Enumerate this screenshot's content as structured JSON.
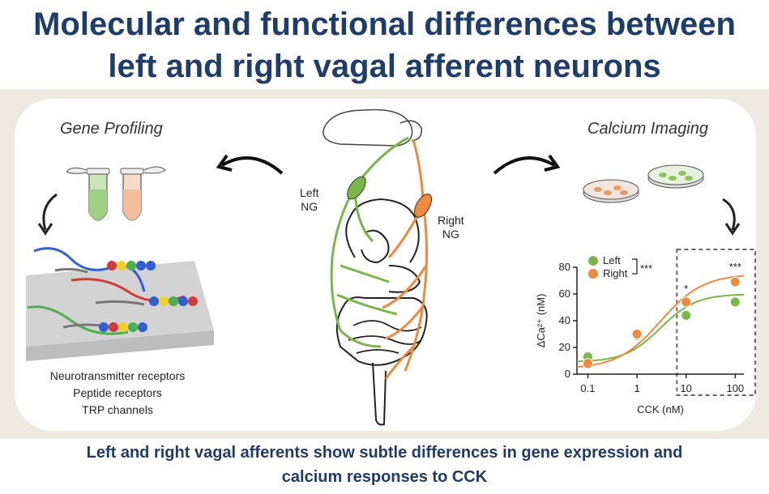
{
  "title_line1": "Molecular and functional differences between",
  "title_line2": "left and right vagal afferent neurons",
  "gene_profiling": {
    "heading": "Gene Profiling",
    "list": [
      "Neurotransmitter receptors",
      "Peptide receptors",
      "TRP channels"
    ]
  },
  "calcium_imaging": {
    "heading": "Calcium Imaging"
  },
  "anatomy": {
    "left_label_1": "Left",
    "left_label_2": "NG",
    "right_label_1": "Right",
    "right_label_2": "NG"
  },
  "footer_line1": "Left and right vagal afferents show subtle differences in gene expression and",
  "footer_line2": "calcium responses to CCK",
  "colors": {
    "left": "#7ab648",
    "right": "#ef8a3c",
    "title": "#1f3d6b"
  },
  "chart_data": {
    "type": "scatter",
    "xscale": "log",
    "xlabel": "CCK (nM)",
    "ylabel": "ΔCa²⁺ (nM)",
    "ylim": [
      0,
      80
    ],
    "yticks": [
      "0",
      "20",
      "40",
      "60",
      "80"
    ],
    "xticks": [
      "0.1",
      "1",
      "10",
      "100"
    ],
    "x": [
      0.1,
      1,
      10,
      100
    ],
    "series": [
      {
        "name": "Left",
        "color": "#7ab648",
        "values": [
          13,
          29,
          44,
          54
        ]
      },
      {
        "name": "Right",
        "color": "#ef8a3c",
        "values": [
          8,
          30,
          54,
          69
        ]
      }
    ],
    "annotations": [
      "***",
      "*",
      "***"
    ]
  }
}
